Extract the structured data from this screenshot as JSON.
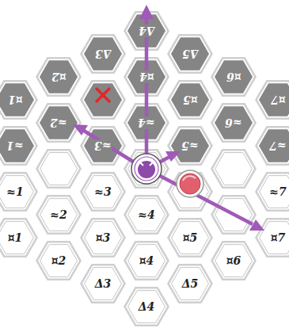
{
  "diagram": {
    "nodes": [
      {
        "text": [
          "Δ4"
        ]
      },
      {
        "text": [
          "Δ3"
        ]
      },
      {
        "text": [
          "Δ5"
        ]
      },
      {
        "text": [
          "¤2"
        ]
      },
      {
        "text": [
          "¤4"
        ]
      },
      {
        "text": [
          "¤6"
        ]
      },
      {
        "text": [
          "¤1"
        ]
      },
      {
        "text": [
          "¤5"
        ]
      },
      {
        "text": [
          "¤7"
        ]
      },
      {
        "text": [
          "≈2"
        ]
      },
      {
        "text": [
          "≈4"
        ]
      },
      {
        "text": [
          "≈6"
        ]
      },
      {
        "text": [
          "≈1"
        ]
      },
      {
        "text": [
          "≈3"
        ]
      },
      {
        "text": [
          "≈5"
        ]
      },
      {
        "text": [
          "≈7"
        ]
      },
      {
        "text": [
          "≈1"
        ]
      },
      {
        "text": [
          "≈3"
        ]
      },
      {
        "text": [
          "≈7"
        ]
      },
      {
        "text": [
          "≈2"
        ]
      },
      {
        "text": [
          "≈4"
        ]
      },
      {
        "text": [
          "¤1"
        ]
      },
      {
        "text": [
          "¤3"
        ]
      },
      {
        "text": [
          "¤5"
        ]
      },
      {
        "text": [
          "¤7"
        ]
      },
      {
        "text": [
          "¤2"
        ]
      },
      {
        "text": [
          "¤4"
        ]
      },
      {
        "text": [
          "¤6"
        ]
      },
      {
        "text": [
          "Δ3"
        ]
      },
      {
        "text": [
          "Δ5"
        ]
      },
      {
        "text": [
          "Δ4"
        ]
      }
    ]
  }
}
